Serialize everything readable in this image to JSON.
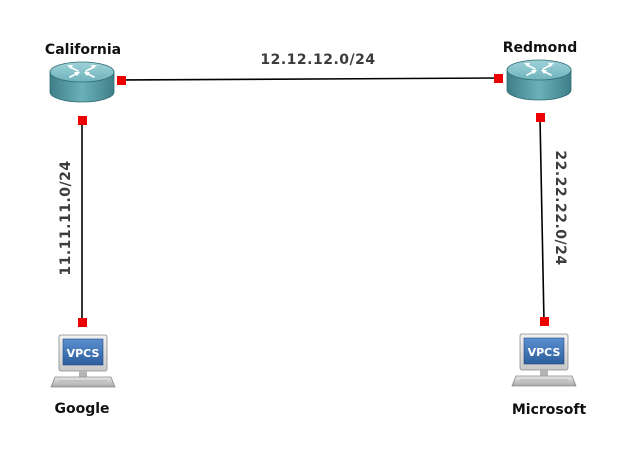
{
  "nodes": {
    "california": {
      "label": "California",
      "type": "router"
    },
    "redmond": {
      "label": "Redmond",
      "type": "router"
    },
    "google": {
      "label": "Google",
      "type": "vpcs",
      "badge": "VPCS"
    },
    "microsoft": {
      "label": "Microsoft",
      "type": "vpcs",
      "badge": "VPCS"
    }
  },
  "links": {
    "california_redmond": {
      "network": "12.12.12.0/24"
    },
    "california_google": {
      "network": "11.11.11.0/24"
    },
    "redmond_microsoft": {
      "network": "22.22.22.0/24"
    }
  },
  "colors": {
    "router_body": "#5a9fa8",
    "router_top": "#7fc0c8",
    "port": "#ee0000",
    "vpcs_screen": "#3a6fb0",
    "link": "#000000"
  },
  "icons": {
    "router": "router-icon",
    "vpcs": "vpcs-computer-icon"
  }
}
